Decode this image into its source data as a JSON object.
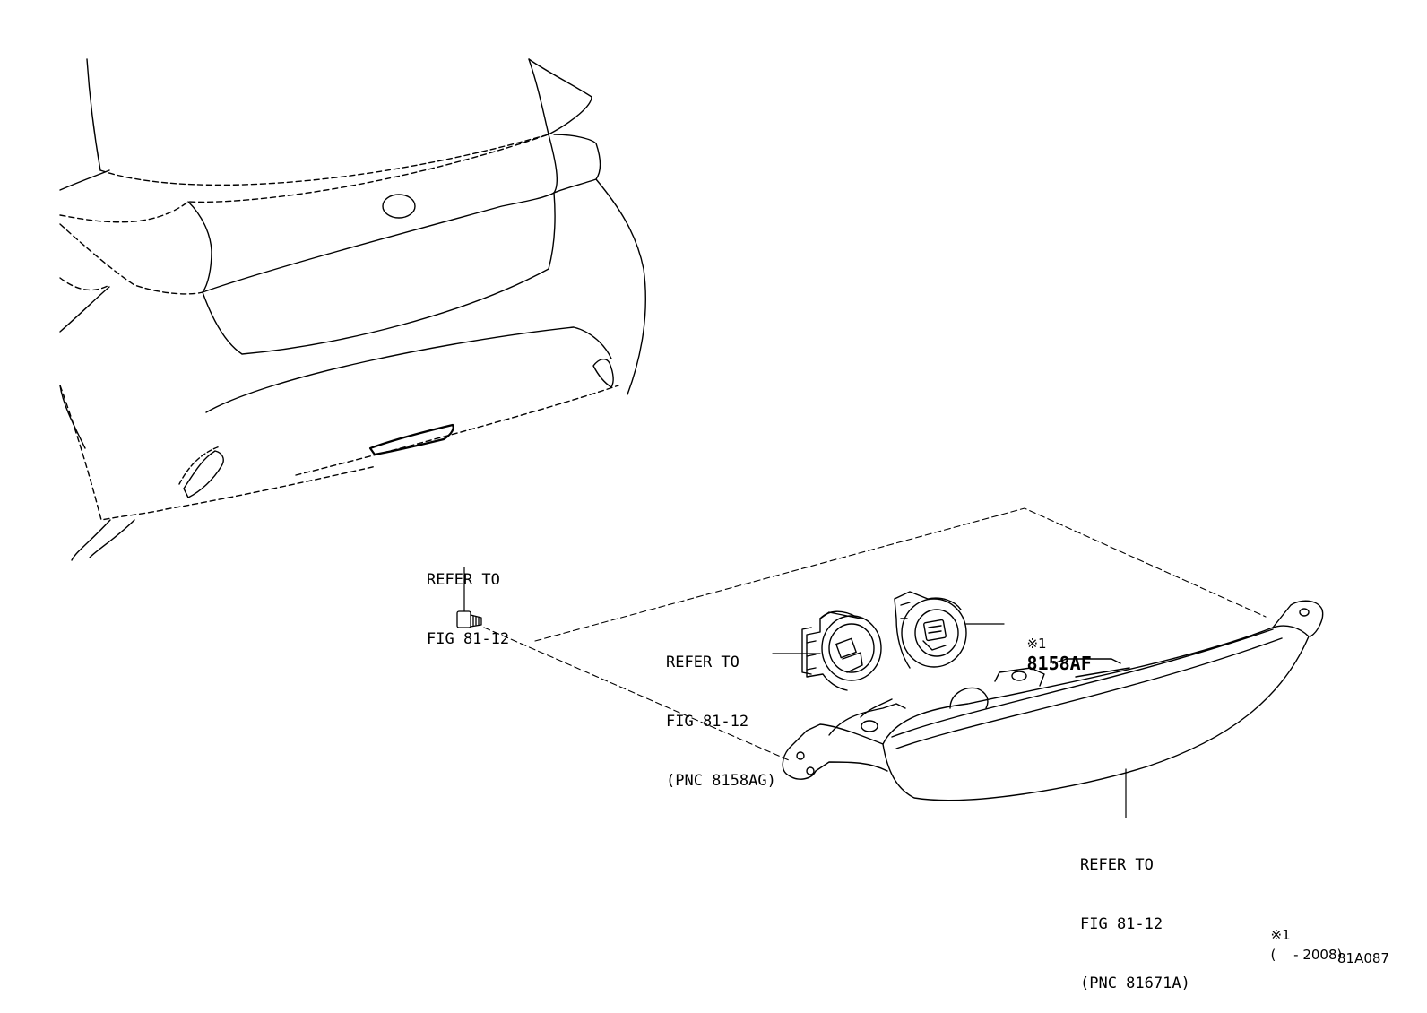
{
  "callouts": {
    "screw_ref": {
      "line1": "REFER TO",
      "line2": "FIG 81-12"
    },
    "socket_ref": {
      "line1": "REFER TO",
      "line2": "FIG 81-12",
      "line3": "(PNC 8158AG)"
    },
    "part_number": {
      "mark": "※1",
      "value": "8158AF"
    },
    "lamp_ref": {
      "line1": "REFER TO",
      "line2": "FIG 81-12",
      "line3": "(PNC 81671A)"
    }
  },
  "footnote": {
    "mark": "※1",
    "text": "(　 - 2008)"
  },
  "figure_id": "81A087"
}
